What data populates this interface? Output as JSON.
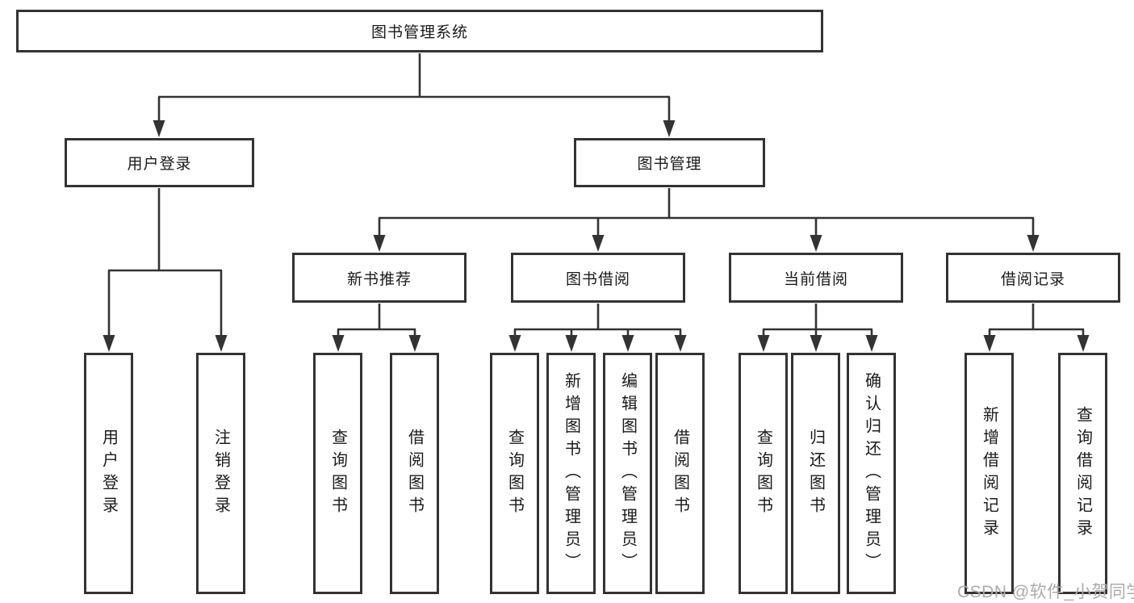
{
  "tree": {
    "root": {
      "label": "图书管理系统"
    },
    "l2": [
      {
        "label": "用户登录"
      },
      {
        "label": "图书管理"
      }
    ],
    "l3": [
      {
        "label": "新书推荐"
      },
      {
        "label": "图书借阅"
      },
      {
        "label": "当前借阅"
      },
      {
        "label": "借阅记录"
      }
    ],
    "leaves": [
      {
        "label": "用户登录"
      },
      {
        "label": "注销登录"
      },
      {
        "label": "查询图书"
      },
      {
        "label": "借阅图书"
      },
      {
        "label": "查询图书"
      },
      {
        "label": "新增图书（管理员）"
      },
      {
        "label": "编辑图书（管理员）"
      },
      {
        "label": "借阅图书"
      },
      {
        "label": "查询图书"
      },
      {
        "label": "归还图书"
      },
      {
        "label": "确认归还（管理员）"
      },
      {
        "label": "新增借阅记录"
      },
      {
        "label": "查询借阅记录"
      }
    ]
  },
  "watermark": {
    "text": "CSDN @软件_小贺同学"
  },
  "colors": {
    "line": "#333333",
    "box_border": "#333333",
    "text": "#1a1a1a",
    "background": "#ffffff",
    "watermark": "#ababab"
  }
}
